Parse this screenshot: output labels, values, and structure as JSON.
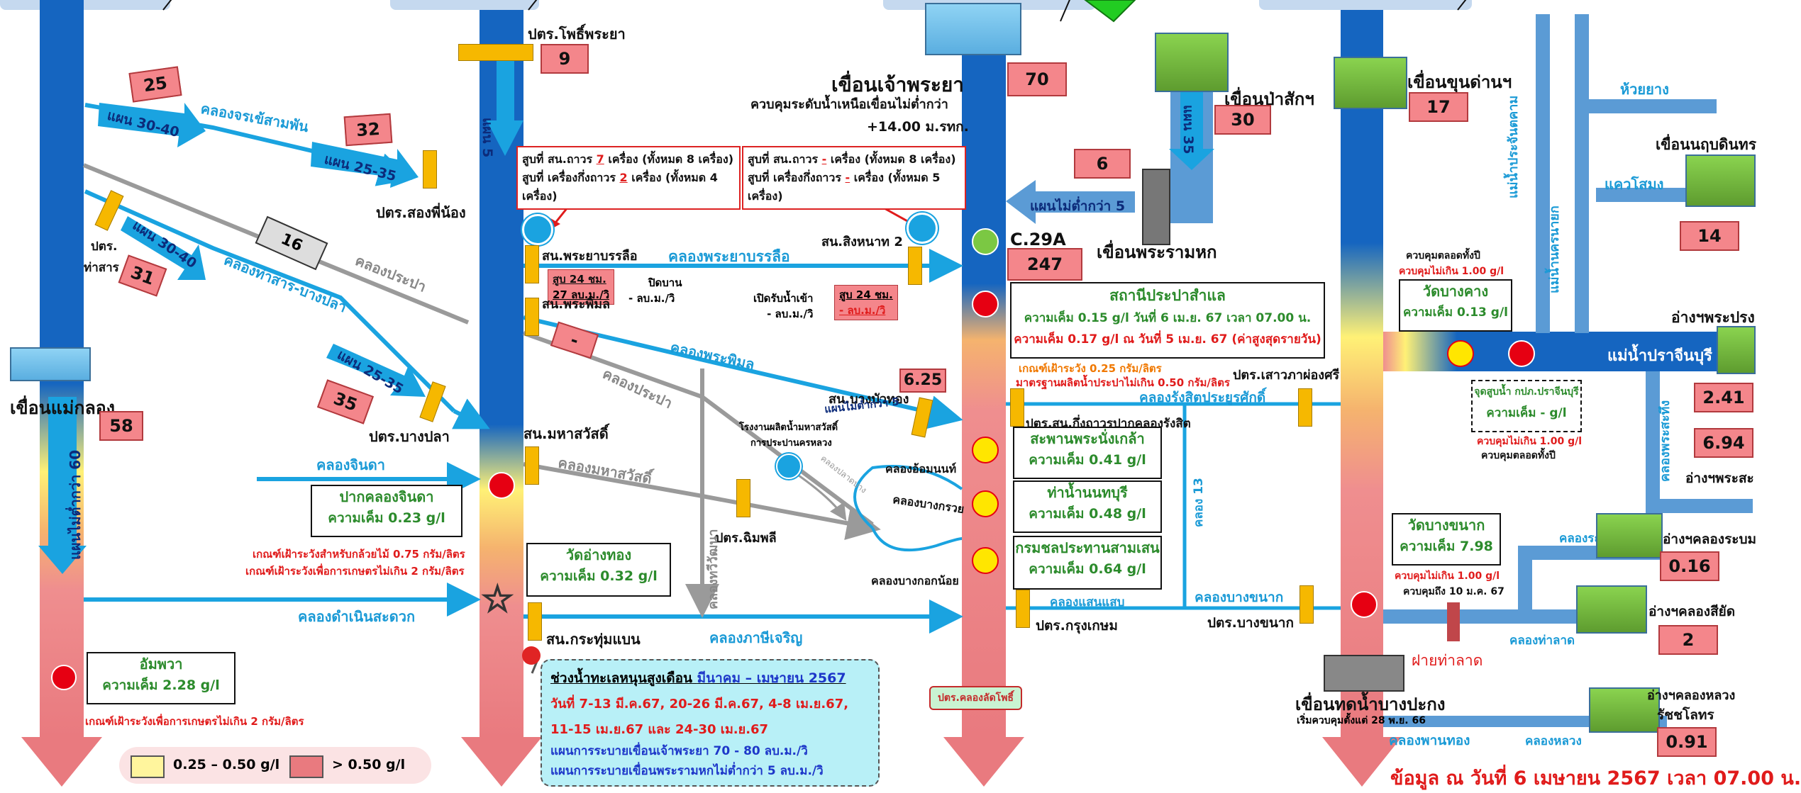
{
  "header_tabs": [
    "",
    "",
    "",
    ""
  ],
  "rivers": {
    "mae_klong_dam": "เขื่อนแม่กลอง",
    "mae_klong_flow": "58",
    "mae_klong_river_arrow": "แผนไม่ต่ำกว่า 60",
    "tha_chin_arrow": "แผน 5",
    "pho_phraya": "ปตร.โพธิ์พระยา",
    "pho_phraya_flow": "9",
    "chao_phraya_dam": "เขื่อนเจ้าพระยา",
    "chao_phraya_control": "ควบคุมระดับน้ำเหนือเขื่อนไม่ต่ำกว่า",
    "chao_phraya_level": "+14.00 ม.รทก.",
    "chao_phraya_flow": "70",
    "pasak_dam": "เขื่อนป่าสักฯ",
    "pasak_flow": "30",
    "pasak_arrow": "แผน 35",
    "rama6_dam": "เขื่อนพระรามหก",
    "rama6_flow": "6",
    "rama6_arrow": "แผนไม่ต่ำกว่า 5",
    "c29a": "C.29A",
    "c29a_flow": "247",
    "khun_dan_dam": "เขื่อนขุนด่านฯ",
    "khun_dan_flow": "17",
    "prachinburi_river": "แม่น้ำปราจีนบุรี",
    "nakhon_nayok_river": "แม่น้ำนครนายก",
    "prachantakham_river": "แม่น้ำประจันตคาม",
    "huai_yang": "ห้วยยาง",
    "khwae_som": "แควโสมง",
    "khlong_phra_sathueng": "คลองพระสะทึง",
    "naruebodin_dam": "เขื่อนนฤบดินทร",
    "naruebodin_flow": "14",
    "bang_pakong_dam": "เขื่อนทดน้ำบางปะกง",
    "bang_pakong_note": "เริ่มควบคุมตั้งแต่ 28 พ.ย. 66"
  },
  "canals": {
    "chorakhe": "คลองจรเข้สามพัน",
    "chorakhe_flow": "25",
    "chorakhe_plan1": "แผน 30-40",
    "chorakhe_flow2": "32",
    "chorakhe_plan2": "แผน 25-35",
    "song_phi_nong": "ปตร.สองพี่น้อง",
    "tha_san": "คลองท่าสาร-บางปลา",
    "tha_san_gate": "ปตร.\nท่าสาร",
    "tha_san_gate1": "ปตร.",
    "tha_san_gate2": "ท่าสาร",
    "tha_san_flow": "31",
    "tha_san_plan1": "แผน 30-40",
    "tha_san_flow2": "35",
    "tha_san_plan2": "แผน 25-35",
    "bang_pla": "ปตร.บางปลา",
    "prapa_left": "คลองประปา",
    "prapa_left_flow": "16",
    "chinda": "คลองจินดา",
    "damnoen": "คลองดำเนินสะดวก",
    "phraya_banlue": "คลองพระยาบรรลือ",
    "phraya_banlue_station": "สน.พระยาบรรลือ",
    "singhanat": "สน.สิงหนาท 2",
    "phra_phimon": "คลองพระพิมล",
    "phra_phimon_station": "สน.พระพิมล",
    "phra_phimon_flow": "-",
    "mahasawat": "คลองมหาสวัสดิ์",
    "mahasawat_station": "สน.มหาสวัสดิ์",
    "prapa_mid": "คลองประปา",
    "thawi_watthana": "คลองทวีวัฒนา",
    "phasi_charoen": "คลองภาษีเจริญ",
    "krathum_baen": "สน.กระทุ่มแบน",
    "chimphli": "ปตร.ฉิมพลี",
    "om_non": "คลองอ้อมนนท์",
    "bang_kruai": "คลองบางกรวย",
    "bang_kok_noi": "คลองบางกอกน้อย",
    "bang_bua_thong": "สน.บางบัวทอง",
    "bang_bua_thong_flow": "6.25",
    "bang_bua_thong_plan": "แผนไม่ต่ำกว่า 5",
    "rangsit": "คลองรังสิตประยูรศักดิ์",
    "sao_wa": "ปตร.เสาวภาผ่องศรี",
    "rangsit_gate": "ปตร.สน.กึ่งถาวรปากคลองรังสิต",
    "khlong_13": "คลอง 13",
    "saen_saep": "คลองแสนแสบ",
    "krung_kasem": "ปตร.กรุงเกษม",
    "bang_khanak_canal": "คลองบางขนาก",
    "bang_khanak_gate": "ปตร.บางขนาก",
    "lat_pho": "ปตร.คลองลัดโพธิ์",
    "khlong_rabom": "คลองระบม",
    "khlong_tha_lat": "คลองท่าลาด",
    "fai_tha_lat": "ฝายท่าลาด",
    "phan_thong": "คลองพานทอง",
    "khlong_luang": "คลองหลวง",
    "plant": "โรงงานผลิตน้ำมหาสวัสดิ์",
    "plant2": "การประปานครหลวง",
    "pladbang": "คลองปลาดบาง"
  },
  "pump_boxes": {
    "left_line1a": "สูบที่ สน.ถาวร ",
    "left_line1b": "7",
    "left_line1c": " เครื่อง (ทั้งหมด 8 เครื่อง)",
    "left_line2a": "สูบที่ เครื่องกึ่งถาวร ",
    "left_line2b": "2",
    "left_line2c": " เครื่อง (ทั้งหมด 4 เครื่อง)",
    "right_line1a": "สูบที่ สน.ถาวร ",
    "right_line1b": "-",
    "right_line1c": " เครื่อง (ทั้งหมด 8 เครื่อง)",
    "right_line2a": "สูบที่ เครื่องกึ่งถาวร ",
    "right_line2b": "-",
    "right_line2c": " เครื่อง (ทั้งหมด 5 เครื่อง)",
    "pump24_a": "สูบ 24 ชม.",
    "pump24_b": "27 ลบ.ม./วิ",
    "close_a": "ปิดบาน",
    "close_b": "- ลบ.ม./วิ",
    "open_a": "เปิดรับน้ำเข้า",
    "open_b": "- ลบ.ม./วิ",
    "pump24r_a": "สูบ 24 ชม.",
    "pump24r_b": "- ลบ.ม./วิ"
  },
  "stations": {
    "pak_chinda": {
      "name": "ปากคลองจินดา",
      "value": "ความเค็ม 0.23 g/l"
    },
    "ampawa": {
      "name": "อัมพวา",
      "value": "ความเค็ม 2.28 g/l"
    },
    "wat_ang_thong": {
      "name": "วัดอ่างทอง",
      "value": "ความเค็ม 0.32 g/l"
    },
    "samlae": {
      "name": "สถานีประปาสำแล",
      "value1": "ความเค็ม 0.15 g/l วันที่ 6 เม.ย. 67 เวลา 07.00 น.",
      "value2": "ความเค็ม 0.17 g/l ณ วันที่ 5 เม.ย. 67 (ค่าสูงสุดรายวัน)"
    },
    "nangklao": {
      "name": "สะพานพระนั่งเกล้า",
      "value": "ความเค็ม 0.41 g/l"
    },
    "nonthaburi": {
      "name": "ท่าน้ำนนทบุรี",
      "value": "ความเค็ม 0.48 g/l"
    },
    "samsen": {
      "name": "กรมชลประทานสามเสน",
      "value": "ความเค็ม 0.64 g/l"
    },
    "wat_bang_kang": {
      "name": "วัดบางคาง",
      "value": "ความเค็ม 0.13 g/l"
    },
    "prachin_pump": {
      "name": "จุดสูบน้ำ กปภ.ปราจีนบุรี",
      "value": "ความเค็ม - g/l"
    },
    "wat_bang_khanak": {
      "name": "วัดบางขนาก",
      "value": "ความเค็ม 7.98"
    }
  },
  "notes": {
    "orchard": "เกณฑ์เฝ้าระวังสำหรับกล้วยไม้ 0.75 กรัม/ลิตร",
    "agri": "เกณฑ์เฝ้าระวังเพื่อการเกษตรไม่เกิน 2 กรัม/ลิตร",
    "agri2": "เกณฑ์เฝ้าระวังเพื่อการเกษตรไม่เกิน 2 กรัม/ลิตร",
    "tap_warn": "เกณฑ์เฝ้าระวัง 0.25 กรัม/ลิตร",
    "tap_std": "มาตรฐานผลิตน้ำประปาไม่เกิน 0.50 กรัม/ลิตร",
    "prachin_ctrl1": "ควบคุมตลอดทั้งปี",
    "prachin_ctrl2": "ควบคุมไม่เกิน 1.00 g/l",
    "prachin_ctrl3": "ควบคุมไม่เกิน 1.00 g/l",
    "prachin_ctrl4": "ควบคุมตลอดทั้งปี",
    "bk_ctrl1": "ควบคุมไม่เกิน 1.00 g/l",
    "bk_ctrl2": "ควบคุมถึง 10 ม.ค. 67"
  },
  "reservoirs": {
    "phra_prong": "อ่างฯพระปรง",
    "phra_prong_flow1": "2.41",
    "phra_prong_flow2": "6.94",
    "phra_sathueng": "อ่างฯพระสะ",
    "khlong_rabom_res": "อ่างฯคลองระบม",
    "khlong_rabom_flow": "0.16",
    "khlong_si_yat": "อ่างฯคลองสียัด",
    "khlong_si_yat_flow": "2",
    "khlong_luang_res": "อ่างฯคลองหลวง",
    "khlong_luang_res2": "รัชชโลทร",
    "khlong_luang_flow": "0.91"
  },
  "tide_box": {
    "title": "ช่วงน้ำทะเลหนุนสูงเดือน",
    "title_link": "มีนาคม – เมษายน 2567",
    "dates1": "วันที่ 7-13 มี.ค.67, 20-26 มี.ค.67, 4-8 เม.ย.67,",
    "dates2": "11-15 เม.ย.67 และ 24-30 เม.ย.67",
    "plan1": "แผนการระบายเขื่อนเจ้าพระยา 70 - 80 ลบ.ม./วิ",
    "plan2": "แผนการระบายเขื่อนพระรามหกไม่ต่ำกว่า 5 ลบ.ม./วิ"
  },
  "legend": {
    "yellow": "0.25 – 0.50 g/l",
    "red": "> 0.50 g/l"
  },
  "footer": "ข้อมูล ณ วันที่ 6 เมษายน 2567 เวลา 07.00 น.",
  "colors": {
    "river_blue": "#1565c0",
    "canal_blue": "#1aa3e0",
    "salmon": "#f4868b",
    "gate_yellow": "#f6b800",
    "gray_canal": "#9a9a9a"
  }
}
